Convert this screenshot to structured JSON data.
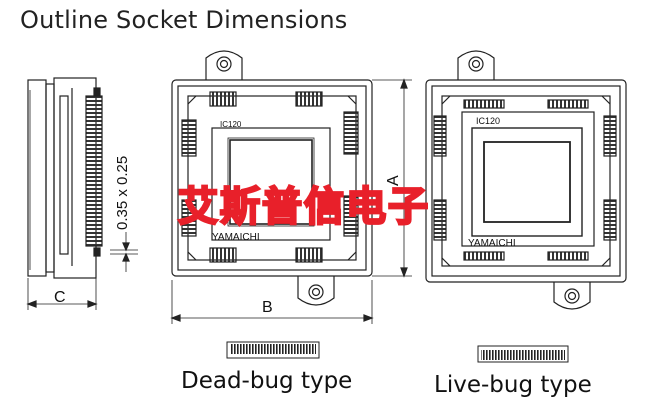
{
  "header": {
    "title": "Outline Socket Dimensions"
  },
  "side_view": {
    "pitch_label": "0.35 x 0.25",
    "width_label": "C"
  },
  "dead_bug": {
    "chip_label": "IC120",
    "brand": "YAMAICHI",
    "dim_height": "A",
    "dim_width": "B",
    "caption": "Dead-bug type"
  },
  "live_bug": {
    "chip_label": "IC120",
    "brand": "YAMAICHI",
    "caption": "Live-bug type"
  },
  "watermark": {
    "text": "艾斯普信电子",
    "color": "#e8202a"
  },
  "colors": {
    "line": "#222222",
    "dim": "#333333"
  }
}
